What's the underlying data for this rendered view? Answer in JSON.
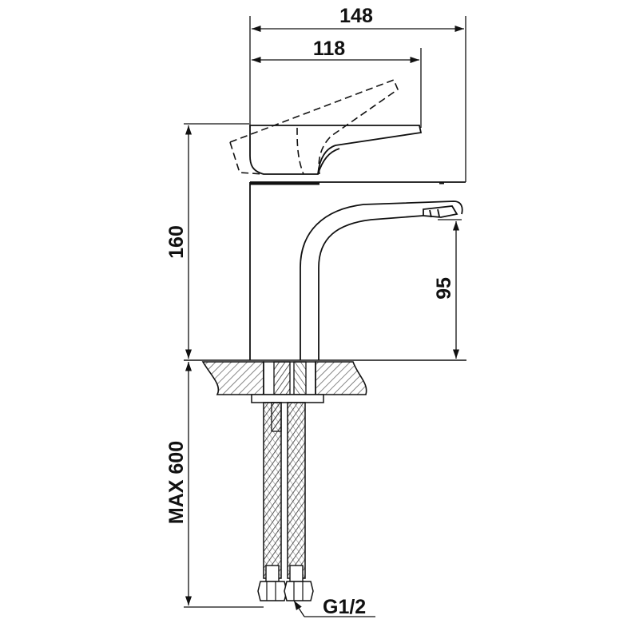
{
  "dimensions": {
    "overall_width": "148",
    "lever_width": "118",
    "total_height": "160",
    "spout_height": "95",
    "hose_length": "MAX 600",
    "thread": "G1/2"
  },
  "colors": {
    "line": "#111111",
    "hatch": "#555555",
    "hose": "#333333"
  }
}
